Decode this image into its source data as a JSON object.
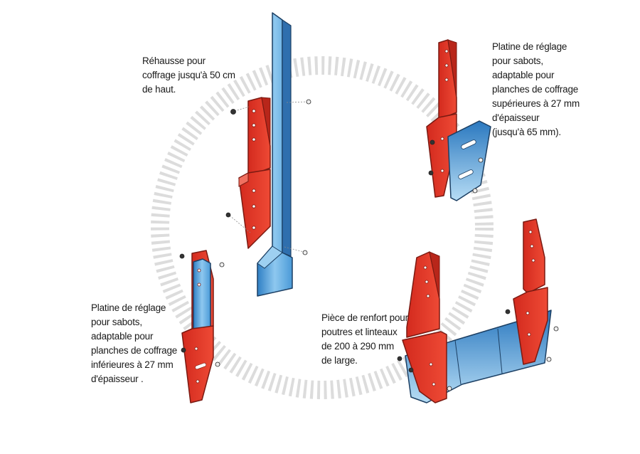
{
  "captions": {
    "rehausse": [
      "Réhausse pour",
      "coffrage jusqu'à 50 cm",
      "de haut."
    ],
    "platine_superieure": [
      "Platine de réglage",
      "pour sabots,",
      "adaptable pour",
      "planches de coffrage",
      "supérieures à 27 mm",
      "d'épaisseur",
      "(jusqu'à 65 mm)."
    ],
    "platine_inferieure": [
      "Platine de réglage",
      "pour sabots,",
      "adaptable pour",
      "planches de coffrage",
      "inférieures à 27 mm",
      "d'épaisseur ."
    ],
    "renfort": [
      "Pièce de renfort pour",
      "poutres et linteaux",
      "de 200 à 290 mm",
      "de large."
    ]
  },
  "colors": {
    "red_part": "#e8392b",
    "red_edge": "#7a1a12",
    "blue_part": "#4a9ad8",
    "blue_light": "#a9d6f2",
    "blue_edge": "#1c3f63",
    "ring": "#dcdcdc",
    "text": "#1a1a1a"
  }
}
